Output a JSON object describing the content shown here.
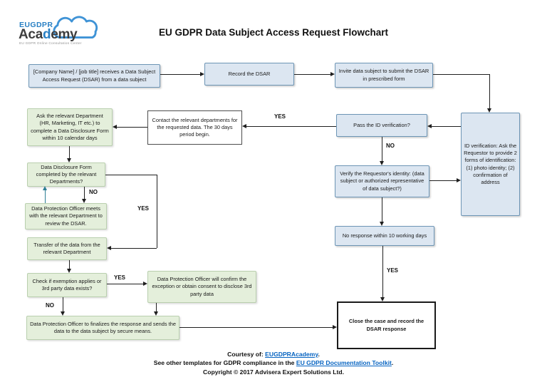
{
  "logo": {
    "line1": "EUGDPR",
    "academy_pre": "Aca",
    "academy_d": "d",
    "academy_post": "emy",
    "tagline": "EU GDPR Online Consultation Center",
    "cloud_icon": "cloud-outline"
  },
  "title": "EU GDPR Data Subject Access Request Flowchart",
  "nodes": {
    "receive": "[Company Name] / [job title] receives a Data Subject Access Request (DSAR) from a data subject",
    "record": "Record the DSAR",
    "invite": "Invite data subject to submit the DSAR in prescribed form",
    "id_verification": "ID verification: Ask the Requestor to provide 2 forms of identification: (1) photo identity; (2) confirmation of address",
    "pass_id": "Pass the ID verification?",
    "contact": "Contact the relevant departments for the requested data. The 30 days period begin.",
    "ask_department": "Ask the relevant Department (HR, Marketing, IT etc.) to complete a Data Disclosure Form within 10 calendar days",
    "disclosure_completed": "Data Disclosure Form completed by the relevant Departments?",
    "dpo_meets": "Data Protection Officer meets with the relevant Department to review the DSAR.",
    "transfer": "Transfer of the data from the relevant Department",
    "check_exemption": "Check if exemption applies or 3rd party data exists?",
    "dpo_confirm": "Data Protection Officer will confirm the exception or obtain consent to disclose 3rd party data",
    "verify_identity": "Verify the Requestor's identity: (data subject or authorized representative of data subject?)",
    "no_response": "No response within 10 working days",
    "finalize": "Data Protection Officer to finalizes the response and sends the data to the data subject by secure means.",
    "close_case": "Close the case and record the DSAR response"
  },
  "labels": {
    "pass_yes": "YES",
    "pass_no": "NO",
    "disclosure_no": "NO",
    "disclosure_yes": "YES",
    "exemption_yes": "YES",
    "exemption_no": "NO",
    "response_yes": "YES"
  },
  "footer": {
    "line1_prefix": "Courtesy of: ",
    "line1_link": "EUGDPRAcademy",
    "line1_suffix": ".",
    "line2_prefix": "See other templates for GDPR compliance in the ",
    "line2_link": "EU GDPR Documentation Toolkit",
    "line2_suffix": ".",
    "line3": "Copyright © 2017 Advisera Expert Solutions Ltd."
  },
  "colors": {
    "blue_fill": "#dce6f1",
    "blue_border": "#6d95b5",
    "green_fill": "#e4efdb",
    "green_border": "#b9cfae",
    "link_blue": "#0563c1",
    "teal_arrow": "#2e7f95",
    "logo_blue": "#2980c4"
  }
}
